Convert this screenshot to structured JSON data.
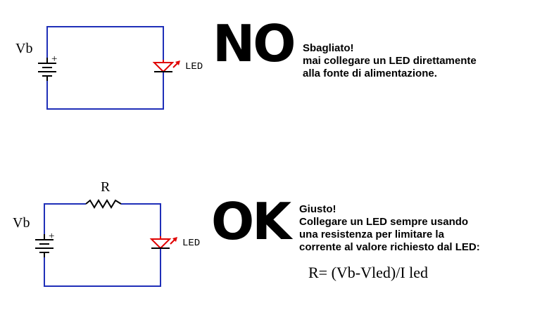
{
  "circuit_top": {
    "battery_label": "Vb",
    "polarity": "+",
    "led_label": "LED"
  },
  "circuit_bottom": {
    "resistor_label": "R",
    "battery_label": "Vb",
    "polarity": "+",
    "led_label": "LED"
  },
  "verdict_no": "NO",
  "verdict_ok": "OK",
  "message_no": {
    "line1": "Sbagliato!",
    "line2": "mai collegare un LED direttamente",
    "line3": "alla fonte di alimentazione."
  },
  "message_ok": {
    "line1": "Giusto!",
    "line2": "Collegare un LED sempre usando",
    "line3": "una resistenza per limitare la",
    "line4": "corrente al valore richiesto dal LED:"
  },
  "formula": "R= (Vb-Vled)/I led",
  "colors": {
    "wire": "#1f2fb8",
    "led": "#e00000",
    "component": "#000000"
  }
}
